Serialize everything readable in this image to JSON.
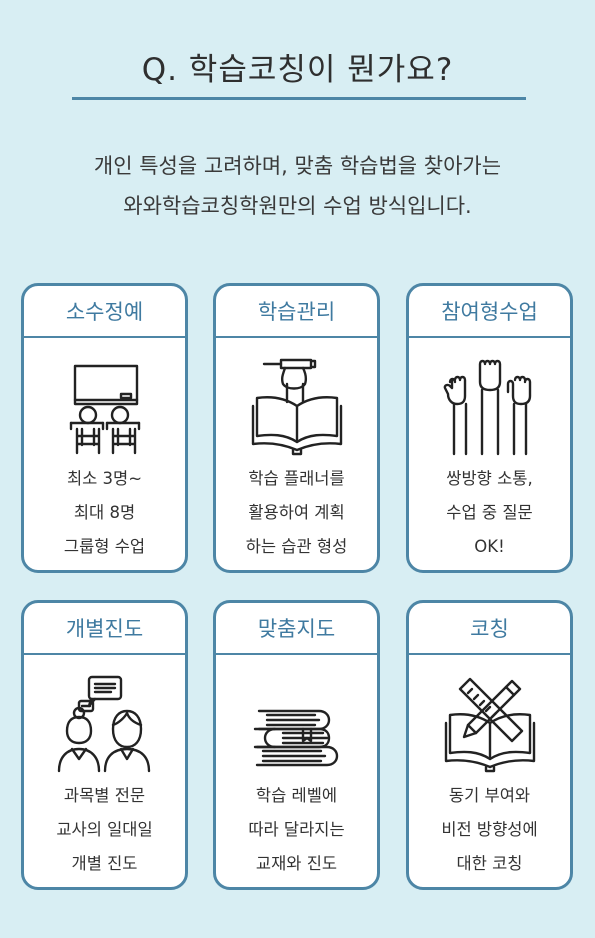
{
  "header": {
    "title": "Q. 학습코칭이 뭔가요?",
    "intro_line1": "개인 특성을 고려하며, 맞춤 학습법을 찾아가는",
    "intro_line2": "와와학습코칭학원만의 수업 방식입니다."
  },
  "cards": [
    {
      "title": "소수정예",
      "icon": "classroom-icon",
      "lines": [
        "최소 3명~",
        "최대 8명",
        "그룹형 수업"
      ]
    },
    {
      "title": "학습관리",
      "icon": "book-pen-icon",
      "lines": [
        "학습 플래너를",
        "활용하여 계획",
        "하는 습관 형성"
      ]
    },
    {
      "title": "참여형수업",
      "icon": "raised-hands-icon",
      "lines": [
        "쌍방향 소통,",
        "수업 중 질문",
        "OK!"
      ]
    },
    {
      "title": "개별진도",
      "icon": "teacher-student-icon",
      "lines": [
        "과목별 전문",
        "교사의 일대일",
        "개별 진도"
      ]
    },
    {
      "title": "맞춤지도",
      "icon": "stacked-books-icon",
      "lines": [
        "학습 레벨에",
        "따라 달라지는",
        "교재와 진도"
      ]
    },
    {
      "title": "코칭",
      "icon": "book-pencil-ruler-icon",
      "lines": [
        "동기 부여와",
        "비전 방향성에",
        "대한 코칭"
      ]
    }
  ]
}
